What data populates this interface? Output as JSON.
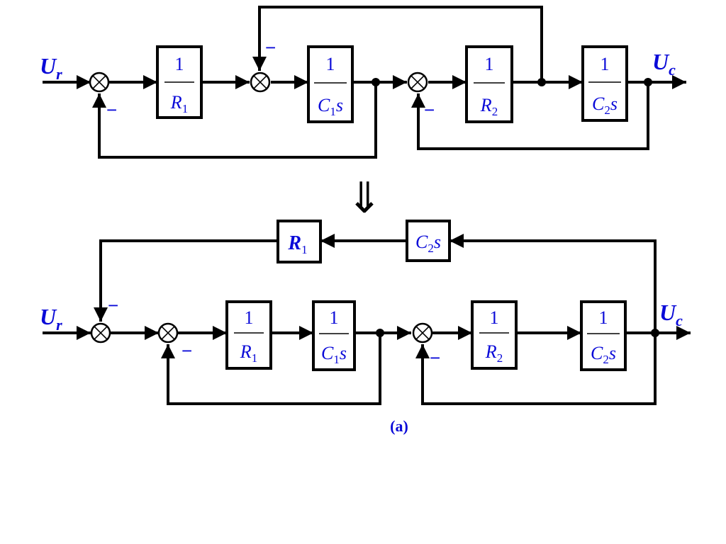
{
  "top": {
    "input": {
      "main": "U",
      "sub": "r"
    },
    "output": {
      "main": "U",
      "sub": "c"
    },
    "blocks": [
      {
        "num": "1",
        "den_main": "R",
        "den_sub": "1",
        "den_tail": ""
      },
      {
        "num": "1",
        "den_main": "C",
        "den_sub": "1",
        "den_tail": "s"
      },
      {
        "num": "1",
        "den_main": "R",
        "den_sub": "2",
        "den_tail": ""
      },
      {
        "num": "1",
        "den_main": "C",
        "den_sub": "2",
        "den_tail": "s"
      }
    ],
    "signs": [
      "−",
      "−",
      "−"
    ]
  },
  "transform_arrow": "⇓",
  "bottom": {
    "input": {
      "main": "U",
      "sub": "r"
    },
    "output": {
      "main": "U",
      "sub": "c"
    },
    "feedback_blocks": [
      {
        "main": "R",
        "sub": "1",
        "tail": ""
      },
      {
        "main": "C",
        "sub": "2",
        "tail": "s"
      }
    ],
    "blocks": [
      {
        "num": "1",
        "den_main": "R",
        "den_sub": "1",
        "den_tail": ""
      },
      {
        "num": "1",
        "den_main": "C",
        "den_sub": "1",
        "den_tail": "s"
      },
      {
        "num": "1",
        "den_main": "R",
        "den_sub": "2",
        "den_tail": ""
      },
      {
        "num": "1",
        "den_main": "C",
        "den_sub": "2",
        "den_tail": "s"
      }
    ],
    "signs": [
      "−",
      "−",
      "−"
    ]
  },
  "caption": "(a)"
}
